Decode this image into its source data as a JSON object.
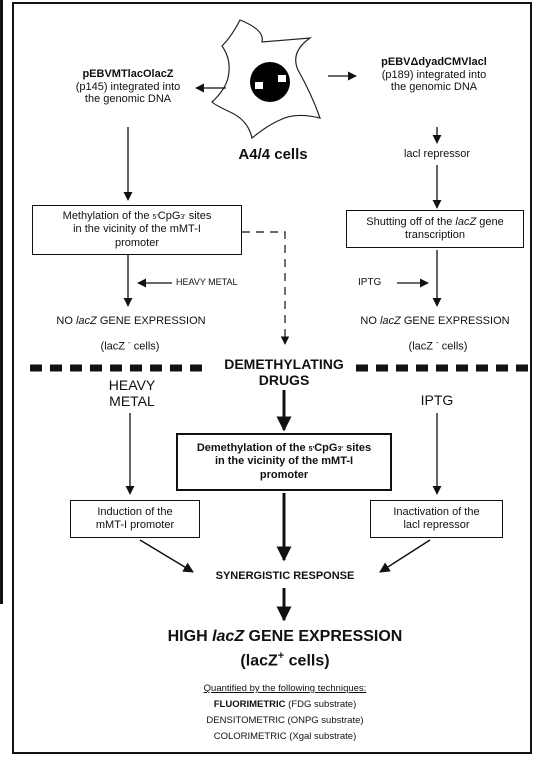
{
  "plasmid_left": {
    "name": "pEBVMTlacOlacZ",
    "desc1": "(p145) integrated into",
    "desc2": "the genomic DNA"
  },
  "plasmid_right": {
    "name": "pEBVΔdyadCMVlacl",
    "desc1": "(p189) integrated into",
    "desc2": "the genomic DNA"
  },
  "cell_label": "A4/4 cells",
  "repressor": "lacl repressor",
  "box_methylation": {
    "line1": "Methylation of the ",
    "cpg_pre": "5'",
    "cpg": "CpG",
    "cpg_post": "3'",
    "line1_end": " sites",
    "line2": "in the vicinity of the mMT-I",
    "line3": "promoter"
  },
  "box_shutoff": {
    "line1": "Shutting off of the ",
    "gene": "lacZ",
    "line1_end": " gene",
    "line2": "transcription"
  },
  "heavy_metal_small": "HEAVY METAL",
  "iptg_small": "IPTG",
  "no_expr_left": {
    "pre": "NO ",
    "gene": "lacZ",
    "post": " GENE EXPRESSION"
  },
  "no_expr_right": {
    "pre": "NO ",
    "gene": "lacZ",
    "post": " GENE EXPRESSION"
  },
  "lacz_minus_left": "(lacZ ",
  "lacz_minus_right": "(lacZ ",
  "minus_sign": "-",
  "cells_suffix": "cells)",
  "demethylating": {
    "line1": "DEMETHYLATING",
    "line2": "DRUGS"
  },
  "heavy_metal_large": {
    "line1": "HEAVY",
    "line2": "METAL"
  },
  "iptg_large": "IPTG",
  "box_demethylation": {
    "line1": "Demethylation of the ",
    "cpg_pre": "5'",
    "cpg": "CpG",
    "cpg_post": "3'",
    "line1_end": " sites",
    "line2": "in the vicinity of the mMT-I",
    "line3": "promoter"
  },
  "box_induction": {
    "line1": "Induction of the",
    "line2": "mMT-I promoter"
  },
  "box_inactivation": {
    "line1": "Inactivation of the",
    "line2": "lacl repressor"
  },
  "synergistic": "SYNERGISTIC RESPONSE",
  "high_expr": {
    "pre": "HIGH ",
    "gene": "lacZ",
    "post": " GENE EXPRESSION"
  },
  "lacz_plus": {
    "pre": "(lacZ",
    "sup": "+",
    "post": " cells)"
  },
  "quantified": "Quantified by the following techniques:",
  "techniques": [
    {
      "name": "FLUORIMETRIC",
      "sub": " (FDG substrate)"
    },
    {
      "name": "DENSITOMETRIC",
      "sub": " (ONPG substrate)"
    },
    {
      "name": "COLORIMETRIC",
      "sub": " (Xgal substrate)"
    }
  ]
}
